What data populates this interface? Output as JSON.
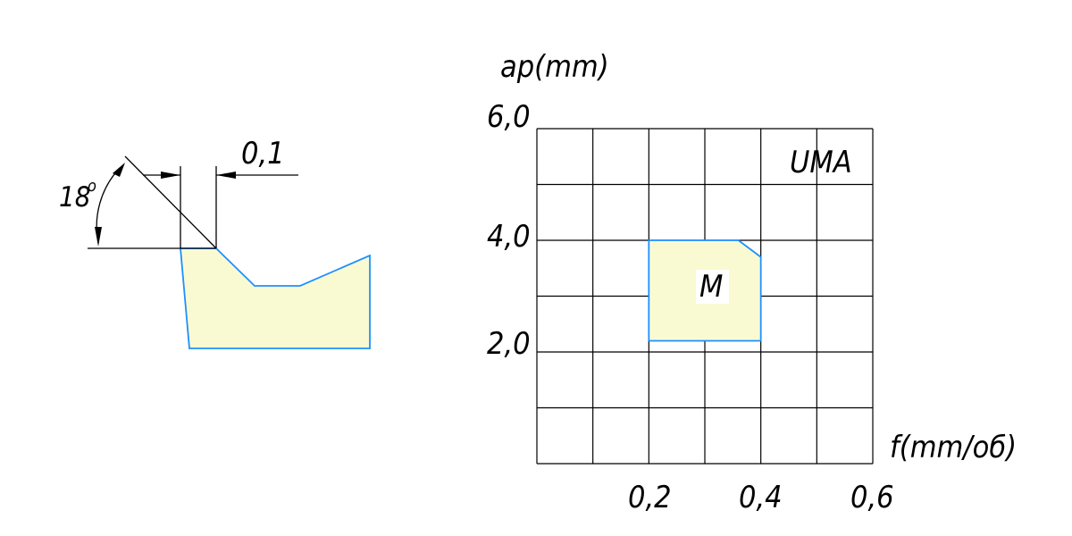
{
  "tool_profile": {
    "angle_label": "18",
    "angle_unit_mark": "o",
    "dimension_label": "0,1",
    "colors": {
      "fill": "#fafad2",
      "outline": "#1e90ff",
      "lines": "#000000"
    }
  },
  "chart_data": {
    "type": "region",
    "y_axis_label": "ap(mm)",
    "x_axis_label": "f(mm/об)",
    "y_tick_labels": [
      "6,0",
      "4,0",
      "2,0"
    ],
    "x_tick_labels": [
      "0,2",
      "0,4",
      "0,6"
    ],
    "xlim": [
      0,
      0.6
    ],
    "ylim": [
      0,
      6.0
    ],
    "grid": true,
    "region_labels": [
      "UMA",
      "M"
    ],
    "region_M_polygon": [
      [
        0.2,
        4.0
      ],
      [
        0.36,
        4.0
      ],
      [
        0.4,
        3.7
      ],
      [
        0.4,
        2.2
      ],
      [
        0.2,
        2.2
      ]
    ],
    "colors": {
      "region_fill": "#fafad2",
      "region_outline": "#1e90ff",
      "grid": "#000000"
    }
  }
}
